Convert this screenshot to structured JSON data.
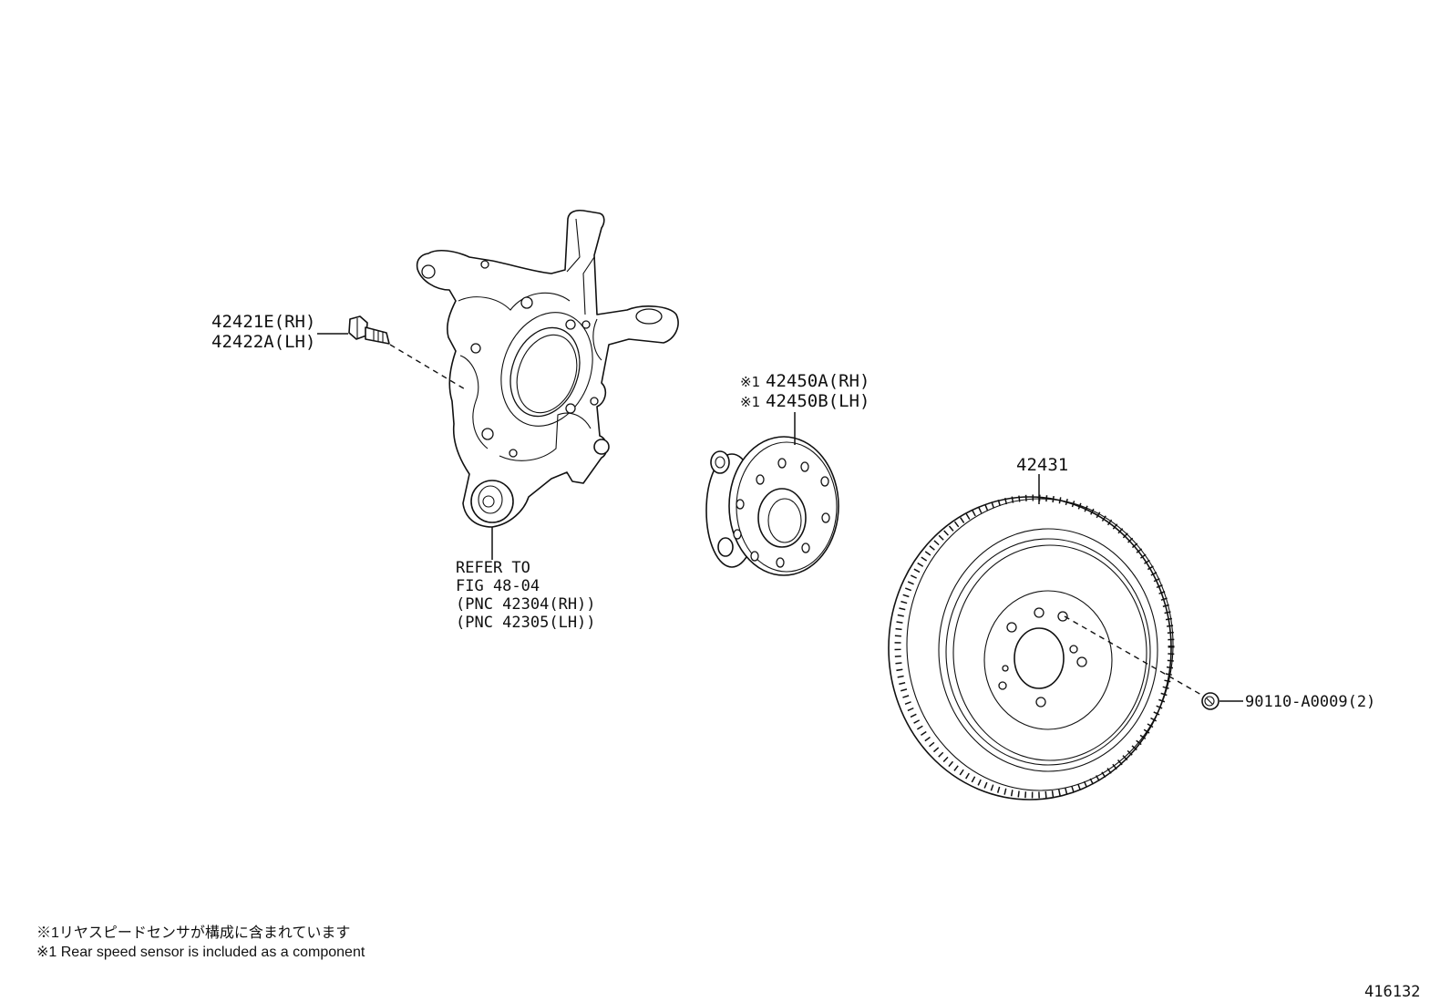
{
  "diagram": {
    "labels": {
      "knuckle_bolt": [
        "42421E(RH)",
        "42422A(LH)"
      ],
      "hub": [
        {
          "mark": "※1",
          "part": "42450A(RH)"
        },
        {
          "mark": "※1",
          "part": "42450B(LH)"
        }
      ],
      "disc": "42431",
      "knuckle_ref": [
        "REFER TO",
        "FIG 48-04",
        "(PNC 42304(RH))",
        "(PNC 42305(LH))"
      ],
      "nut": "90110-A0009(2)"
    },
    "footnotes": [
      "※1リヤスピードセンサが構成に含まれています",
      "※1 Rear speed sensor is included as a component"
    ],
    "figure_number": "416132"
  }
}
